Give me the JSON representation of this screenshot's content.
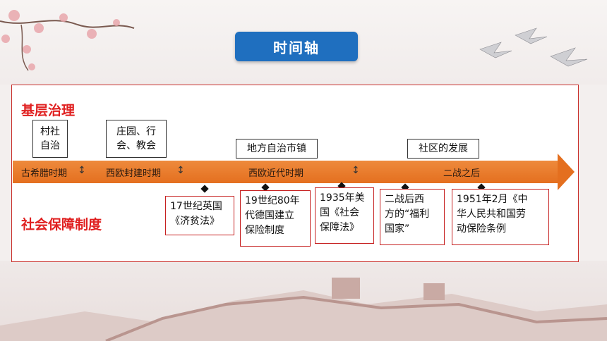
{
  "title": "时间轴",
  "sections": {
    "governance": "基层治理",
    "welfare": "社会保障制度"
  },
  "governance_boxes": [
    "村社\n自治",
    "庄园、行\n会、教会",
    "地方自治市镇",
    "社区的发展"
  ],
  "periods": [
    "古希腊时期",
    "西欧封建时期",
    "西欧近代时期",
    "二战之后"
  ],
  "divider_glyph": "↕",
  "welfare_boxes": [
    "17世纪英国\n《济贫法》",
    "19世纪80年\n代德国建立\n保险制度",
    "1935年美\n国《社会\n保障法》",
    "二战后西\n方的“福利\n国家”",
    "1951年2月《中\n华人民共和国劳\n动保险条例"
  ],
  "colors": {
    "title_bg": "#1f6fbf",
    "accent_red": "#e02020",
    "arrow_orange": "#e46f1f"
  }
}
